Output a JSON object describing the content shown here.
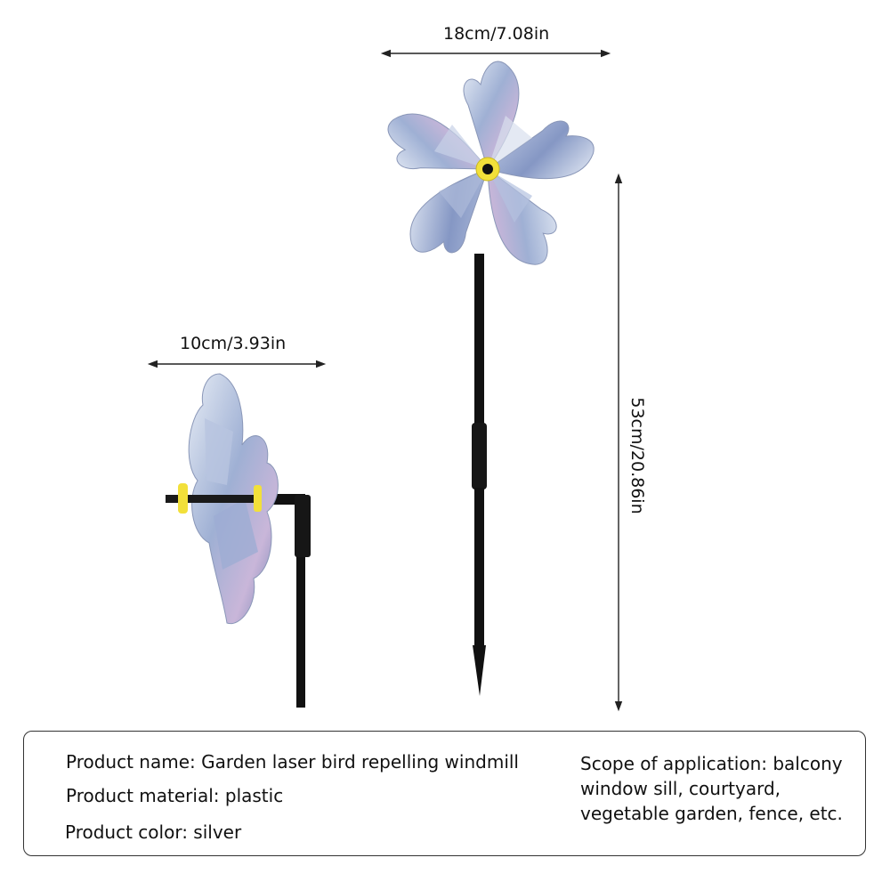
{
  "dimensions": {
    "top_width": "18cm/7.08in",
    "side_width": "10cm/3.93in",
    "height": "53cm/20.86in"
  },
  "specs": {
    "name": "Product name: Garden laser bird repelling windmill",
    "material": "Product material: plastic",
    "color": "Product color: silver",
    "scope_lines": [
      "Scope of application: balcony",
      "window sill, courtyard,",
      "vegetable garden, fence, etc."
    ]
  },
  "colors": {
    "blade": "#a9b8d6",
    "blade_dark": "#5d6f9e",
    "hub": "#f3e23a",
    "stake": "#111111"
  }
}
